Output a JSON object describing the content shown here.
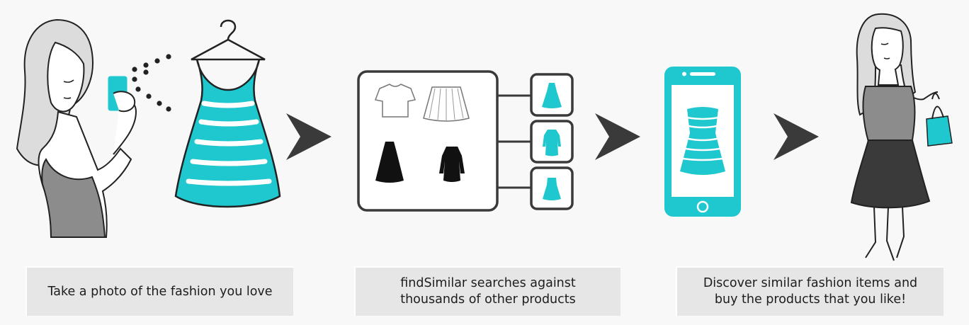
{
  "colors": {
    "accent": "#1fc8cf",
    "dark": "#3a3a3a",
    "grey": "#8c8c8c",
    "caption_bg": "#e6e6e6"
  },
  "steps": [
    {
      "caption_lines": [
        "Take a photo of the fashion you love"
      ]
    },
    {
      "caption_lines": [
        "findSimilar searches against",
        "thousands of other products"
      ]
    },
    {
      "caption_lines": [
        "Discover similar fashion items and",
        "buy the products that you like!"
      ]
    }
  ],
  "icons": {
    "woman_photo": "woman-taking-photo-icon",
    "dress": "striped-dress-icon",
    "catalog": "product-catalog-icon",
    "phone": "smartphone-icon",
    "shopper": "woman-shopping-icon",
    "arrow": "arrow-right-icon"
  }
}
